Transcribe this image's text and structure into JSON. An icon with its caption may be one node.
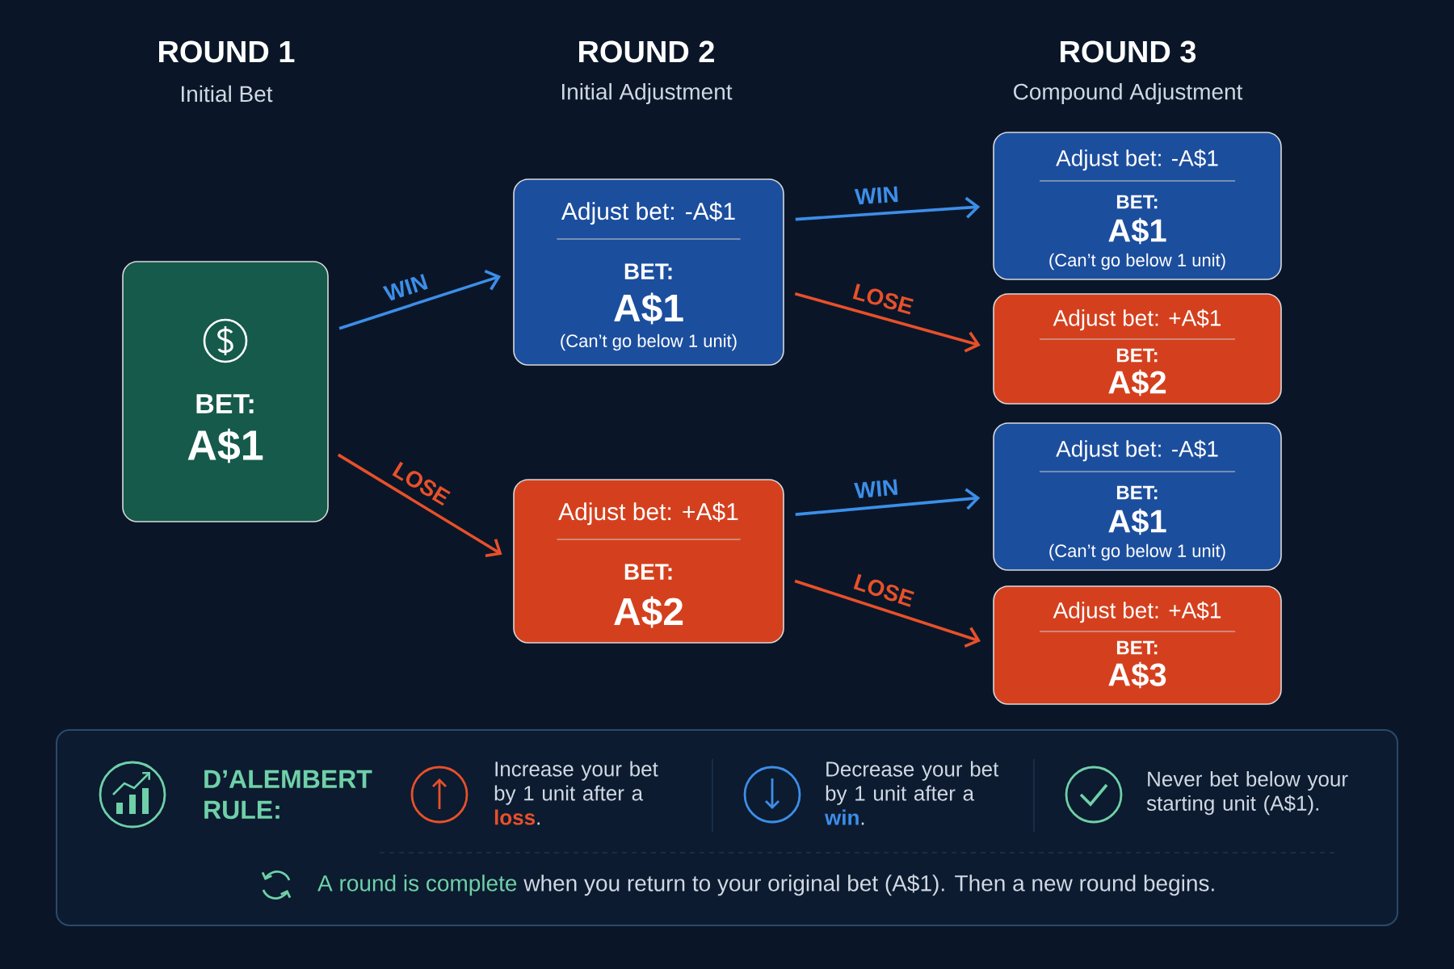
{
  "diagram": {
    "nodes": [
      {
        "text": [
          "BET:",
          "A$1"
        ]
      },
      {
        "text": [
          "Adjust bet: -A$1",
          "BET:",
          "A$1",
          "(Can’t go below 1 unit)"
        ]
      },
      {
        "text": [
          "Adjust bet: +A$1",
          "BET:",
          "A$2"
        ]
      },
      {
        "text": [
          "Adjust bet: -A$1",
          "BET:",
          "A$1",
          "(Can’t go below 1 unit)"
        ]
      },
      {
        "text": [
          "Adjust bet: +A$1",
          "BET:",
          "A$2"
        ]
      },
      {
        "text": [
          "Adjust bet: -A$1",
          "BET:",
          "A$1",
          "(Can’t go below 1 unit)"
        ]
      },
      {
        "text": [
          "Adjust bet: +A$1",
          "BET:",
          "A$3"
        ]
      }
    ],
    "edges": [
      {
        "from": 0,
        "to": 1,
        "arrow": "to",
        "label": "WIN",
        "color": "#3d8ee8"
      },
      {
        "from": 0,
        "to": 2,
        "arrow": "to",
        "label": "LOSE",
        "color": "#e8502a"
      },
      {
        "from": 1,
        "to": 3,
        "arrow": "to",
        "label": "WIN",
        "color": "#3d8ee8"
      },
      {
        "from": 1,
        "to": 4,
        "arrow": "to",
        "label": "LOSE",
        "color": "#e8502a"
      },
      {
        "from": 2,
        "to": 5,
        "arrow": "to",
        "label": "WIN",
        "color": "#3d8ee8"
      },
      {
        "from": 2,
        "to": 6,
        "arrow": "to",
        "label": "LOSE",
        "color": "#e8502a"
      }
    ],
    "labels": [
      "ROUND 1",
      "Initial Bet",
      "ROUND 2",
      "Initial Adjustment",
      "ROUND 3",
      "Compound Adjustment",
      "D’ALEMBERT RULE:",
      "Increase your bet by 1 unit after a **loss**.",
      "Decrease your bet by 1 unit after a **win**.",
      "Never bet below your starting unit (A$1).",
      "**A round is complete** when you return to your original bet (A$1). Then a new round begins."
    ]
  }
}
